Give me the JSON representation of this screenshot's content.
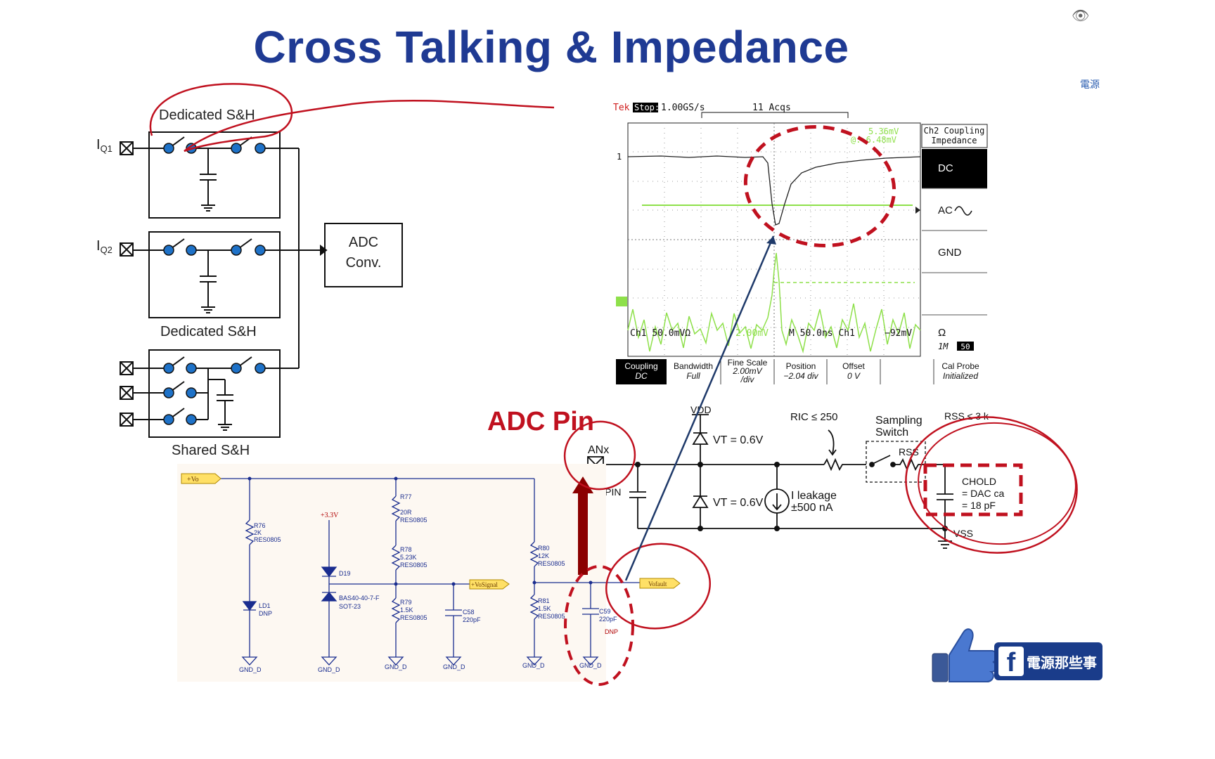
{
  "slide": {
    "title": "Cross Talking & Impedance"
  },
  "block_diagram": {
    "label_top": "Dedicated S&H",
    "label_mid": "Dedicated S&H",
    "label_shared": "Shared S&H",
    "iq1_prefix": "I",
    "iq1_sub": "Q1",
    "iq2_prefix": "I",
    "iq2_sub": "Q2",
    "adc_line1": "ADC",
    "adc_line2": "Conv."
  },
  "oscilloscope": {
    "brand": "Tek",
    "state": "Stop:",
    "rate": "1.00GS/s",
    "acqs": "11 Acqs",
    "cursor1": "5.36mV",
    "cursor2": "@: 6.48mV",
    "ch1_marker": "1",
    "readout_ch1": "Ch1  50.0mVΩ",
    "readout_ch2": "2.00mV",
    "readout_time": "M 50.0ns  Ch1",
    "readout_trig": "−92mV",
    "menu_title_1": "Ch2 Coupling",
    "menu_title_2": "Impedance",
    "menu_dc": "DC",
    "menu_ac": "AC",
    "menu_gnd": "GND",
    "menu_ohm": "Ω",
    "menu_ohm_1m": "1M",
    "menu_ohm_50": "50",
    "bottom": [
      {
        "l1": "Coupling",
        "l2": "DC"
      },
      {
        "l1": "Bandwidth",
        "l2": "Full"
      },
      {
        "l1": "Fine Scale",
        "l2": "2.00mV",
        "l3": "/div"
      },
      {
        "l1": "Position",
        "l2": "−2.04 div"
      },
      {
        "l1": "Offset",
        "l2": "0 V"
      },
      {
        "l1": "",
        "l2": ""
      },
      {
        "l1": "Cal Probe",
        "l2": "Initialized"
      }
    ]
  },
  "equivalent_circuit": {
    "adc_pin": "ADC Pin",
    "anx": "ANx",
    "cpin": "CPIN",
    "vdd": "VDD",
    "vt_top": "VT = 0.6V",
    "vt_bot": "VT = 0.6V",
    "ric": "RIC ≤ 250",
    "sampling_1": "Sampling",
    "sampling_2": "Switch",
    "rss": "RSS",
    "rss_limit": "RSS ≤ 3 k",
    "leak_1": "I leakage",
    "leak_2": "±500 nA",
    "chold_1": "CHOLD",
    "chold_2": "= DAC ca",
    "chold_3": "= 18 pF",
    "vss": "VSS"
  },
  "schematic": {
    "vo": "+Vo",
    "v33": "+3.3V",
    "r76": [
      "R76",
      "2K",
      "RES0805"
    ],
    "r77": [
      "R77",
      "20R",
      "RES0805"
    ],
    "r78": [
      "R78",
      "5.23K",
      "RES0805"
    ],
    "r79": [
      "R79",
      "1.5K",
      "RES0805"
    ],
    "r80": [
      "R80",
      "12K",
      "RES0805"
    ],
    "r81": [
      "R81",
      "1.5K",
      "RES0805"
    ],
    "ld1": [
      "LD1",
      "DNP"
    ],
    "d19": [
      "D19",
      "BAS40-40-7-F",
      "SOT-23"
    ],
    "c58": [
      "C58",
      "220pF"
    ],
    "c59": [
      "C59",
      "220pF",
      "DNP"
    ],
    "vosignal": "+VoSignal",
    "vofault": "Vofault",
    "gnd": "GND_D"
  },
  "brand_badge": {
    "text": "電源那些事",
    "side_text": "電源"
  },
  "colors": {
    "title": "#1f3a93",
    "annot_red": "#c0111f",
    "schem_blue": "#1a2d8f",
    "scope_green": "#8ee04a"
  }
}
